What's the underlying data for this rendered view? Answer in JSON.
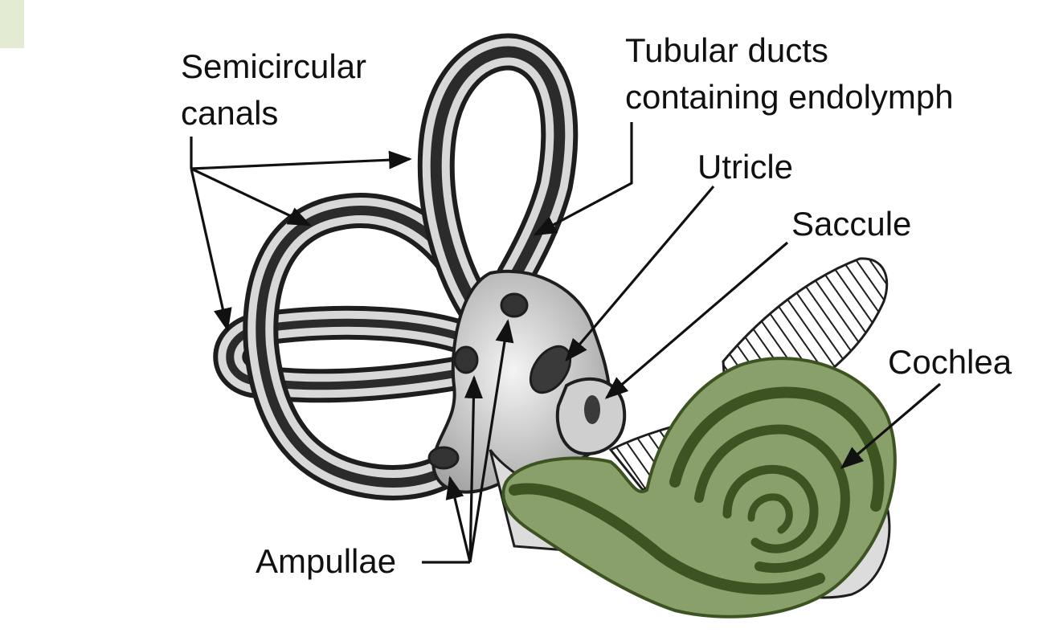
{
  "labels": {
    "semicircular_line1": "Semicircular",
    "semicircular_line2": "canals",
    "tubular_line1": "Tubular ducts",
    "tubular_line2": "containing endolymph",
    "utricle": "Utricle",
    "saccule": "Saccule",
    "cochlea": "Cochlea",
    "ampullae": "Ampullae"
  },
  "colors": {
    "corner_swatch": "#e3ecd3",
    "cochlea_fill": "#8aa06a",
    "cochlea_dark": "#3d5322",
    "structure_gray": "#d9d9d9",
    "outline": "#1e1e1e"
  }
}
